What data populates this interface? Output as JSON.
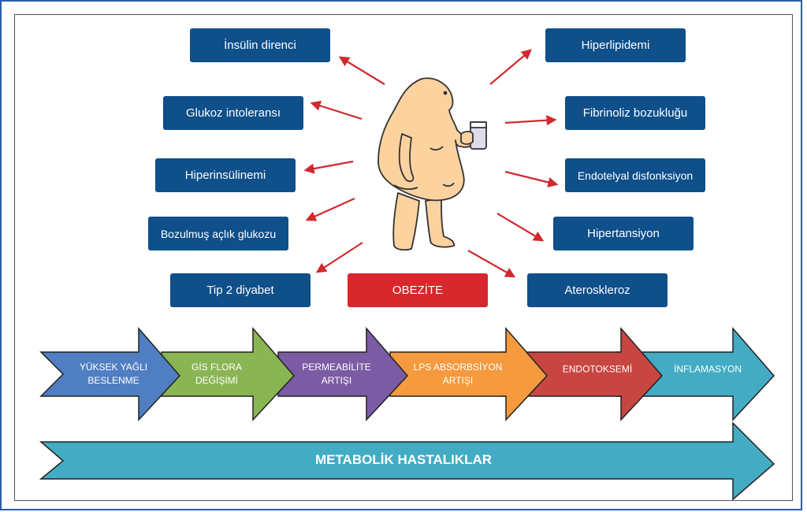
{
  "center": "OBEZİTE",
  "left_effects": [
    "İnsülin direnci",
    "Glukoz intoleransı",
    "Hiperinsülinemi",
    "Bozulmuş açlık glukozu",
    "Tip 2 diyabet"
  ],
  "right_effects": [
    "Hiperlipidemi",
    "Fibrinoliz bozukluğu",
    "Endotelyal disfonksiyon",
    "Hipertansiyon",
    "Ateroskleroz"
  ],
  "pathway": [
    {
      "label": "YÜKSEK YAĞLI\nBESLENME",
      "color": "#4f7fc2"
    },
    {
      "label": "GİS FLORA\nDEĞİŞİMİ",
      "color": "#8ab553"
    },
    {
      "label": "PERMEABİLİTE\nARTIŞI",
      "color": "#7a5ba4"
    },
    {
      "label": "LPS ABSORBSİYON\nARTIŞI",
      "color": "#f59a3e"
    },
    {
      "label": "ENDOTOKSEMİ",
      "color": "#c84642"
    },
    {
      "label": "İNFLAMASYON",
      "color": "#43acc4"
    }
  ],
  "bottom": "METABOLİK HASTALIKLAR",
  "colors": {
    "box": "#0f4f8a",
    "center": "#d6282d",
    "arrow": "#d02a2e",
    "figure": "#fcd29f",
    "bottom_arrow": "#43acc4"
  }
}
